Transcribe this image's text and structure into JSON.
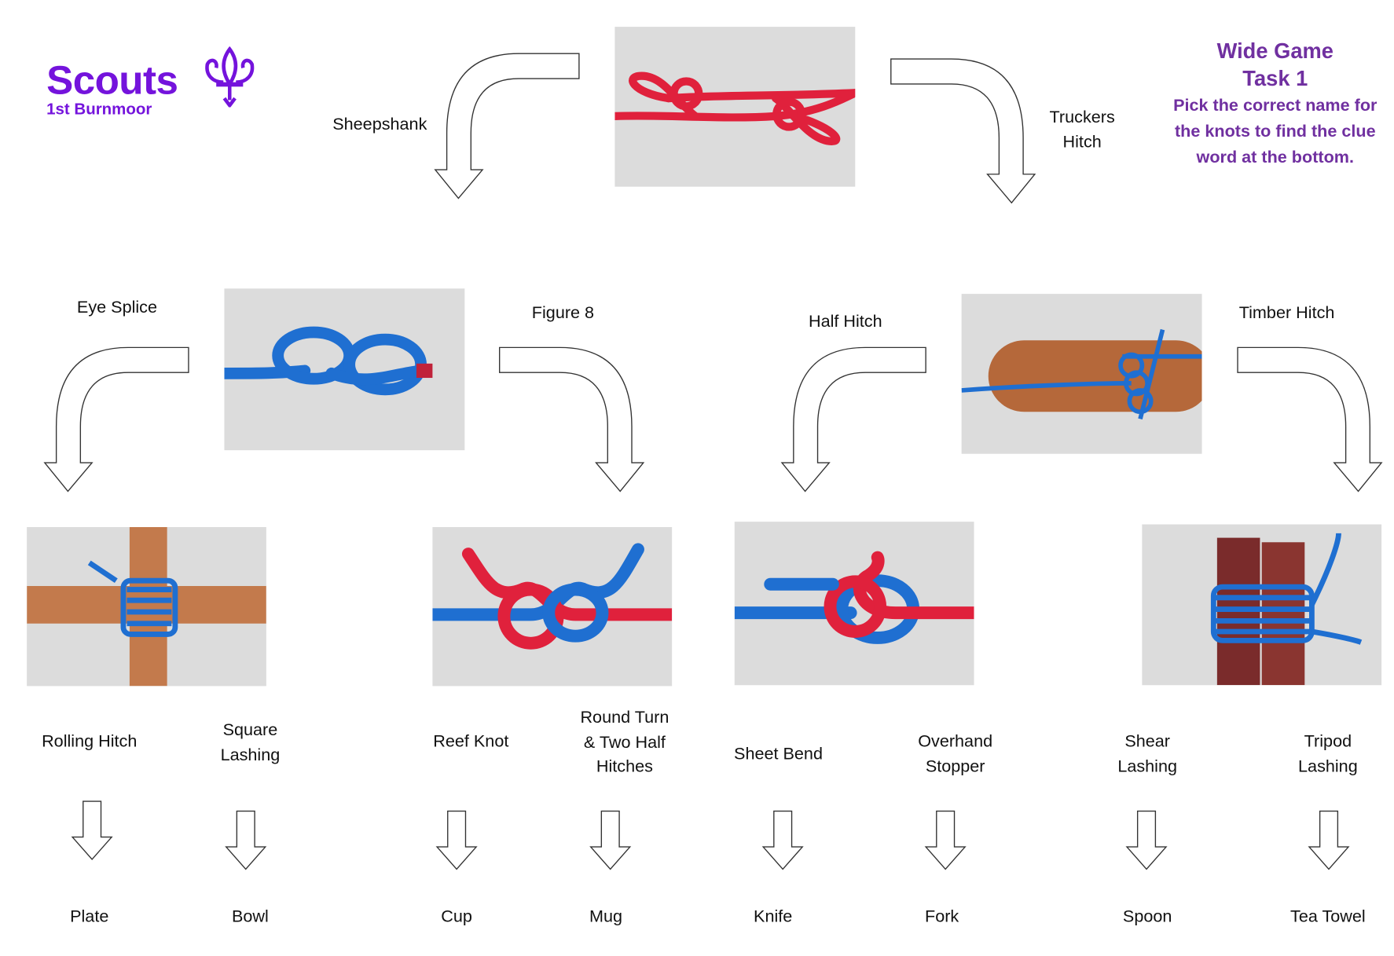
{
  "logo": {
    "brand": "Scouts",
    "group": "1st Burnmoor",
    "color": "#7413dc"
  },
  "header": {
    "title": "Wide Game",
    "subtitle": "Task 1",
    "instructions": [
      "Pick the correct name for",
      "the knots to find the clue",
      "word at the bottom."
    ],
    "color": "#7030a0"
  },
  "top": {
    "left_label": "Sheepshank",
    "right_label": [
      "Truckers",
      "Hitch"
    ]
  },
  "middle": {
    "eye_splice": "Eye Splice",
    "figure8": "Figure 8",
    "half_hitch": "Half Hitch",
    "timber_hitch": "Timber Hitch"
  },
  "answers": [
    {
      "name": [
        "Rolling Hitch"
      ],
      "word": "Plate"
    },
    {
      "name": [
        "Square",
        "Lashing"
      ],
      "word": "Bowl"
    },
    {
      "name": [
        "Reef Knot"
      ],
      "word": "Cup"
    },
    {
      "name": [
        "Round Turn",
        "& Two Half",
        "Hitches"
      ],
      "word": "Mug"
    },
    {
      "name": [
        "Sheet Bend"
      ],
      "word": "Knife"
    },
    {
      "name": [
        "Overhand",
        "Stopper"
      ],
      "word": "Fork"
    },
    {
      "name": [
        "Shear",
        "Lashing"
      ],
      "word": "Spoon"
    },
    {
      "name": [
        "Tripod",
        "Lashing"
      ],
      "word": "Tea Towel"
    }
  ]
}
